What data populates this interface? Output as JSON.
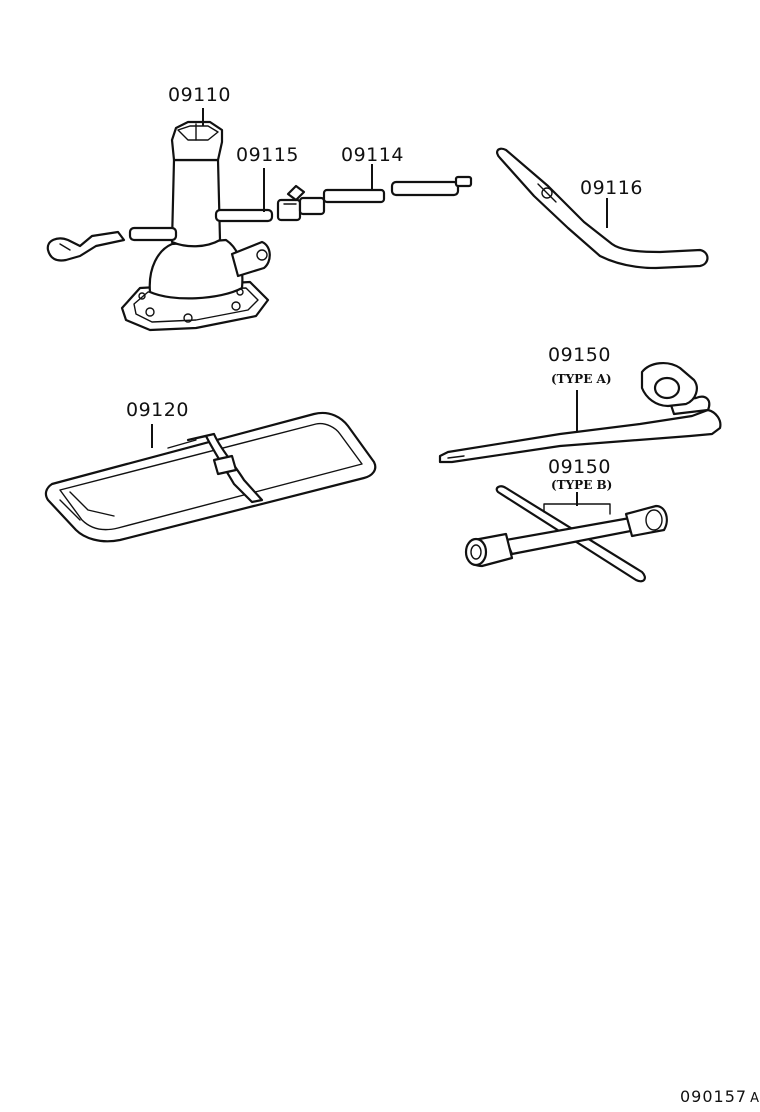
{
  "diagram": {
    "reference_code": "090157",
    "reference_suffix": "A",
    "parts": [
      {
        "id": "jack",
        "part_number": "09110"
      },
      {
        "id": "jack-handle-extension",
        "part_number": "09115"
      },
      {
        "id": "jack-handle",
        "part_number": "09114"
      },
      {
        "id": "jack-handle-lever",
        "part_number": "09116"
      },
      {
        "id": "tool-bag",
        "part_number": "09120"
      },
      {
        "id": "wheel-wrench-type-a",
        "part_number": "09150",
        "variant": "(TYPE A)"
      },
      {
        "id": "wheel-wrench-type-b",
        "part_number": "09150",
        "variant": "(TYPE B)"
      }
    ]
  }
}
